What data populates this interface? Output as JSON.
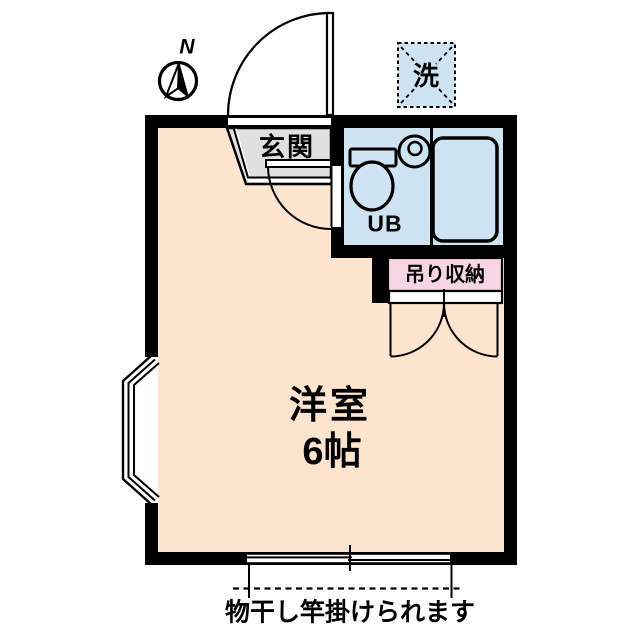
{
  "colors": {
    "floor": "#FCE4CF",
    "wet": "#CEE4F2",
    "storage": "#F8D5E2",
    "entrance": "#E0E0E0",
    "wall": "#000000",
    "bg": "#FFFFFF"
  },
  "compass": {
    "label": "N"
  },
  "rooms": {
    "entrance": {
      "label": "玄関"
    },
    "unit_bath": {
      "label": "UB"
    },
    "living": {
      "name": "洋室",
      "size": "6帖"
    },
    "storage": {
      "label": "吊り収納"
    },
    "laundry": {
      "label": "洗"
    }
  },
  "notes": {
    "laundry_pole": "物干し竿掛けられます"
  }
}
